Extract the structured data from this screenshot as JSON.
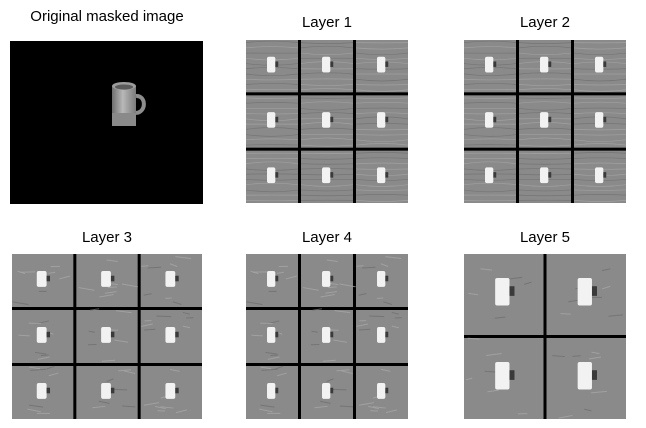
{
  "figure": {
    "panels": [
      {
        "id": "original",
        "title": "Original masked image"
      },
      {
        "id": "layer1",
        "title": "Layer 1"
      },
      {
        "id": "layer2",
        "title": "Layer 2"
      },
      {
        "id": "layer3",
        "title": "Layer 3"
      },
      {
        "id": "layer4",
        "title": "Layer 4"
      },
      {
        "id": "layer5",
        "title": "Layer 5"
      }
    ],
    "colors": {
      "background": "#000000",
      "tile": "#8a8a8a",
      "blob": "#f2f2f2",
      "mug": "#9a9a9a",
      "grid_line": "#000000"
    },
    "grids": {
      "layer1": 3,
      "layer2": 3,
      "layer3": 3,
      "layer4": 3,
      "layer5": 2
    }
  }
}
